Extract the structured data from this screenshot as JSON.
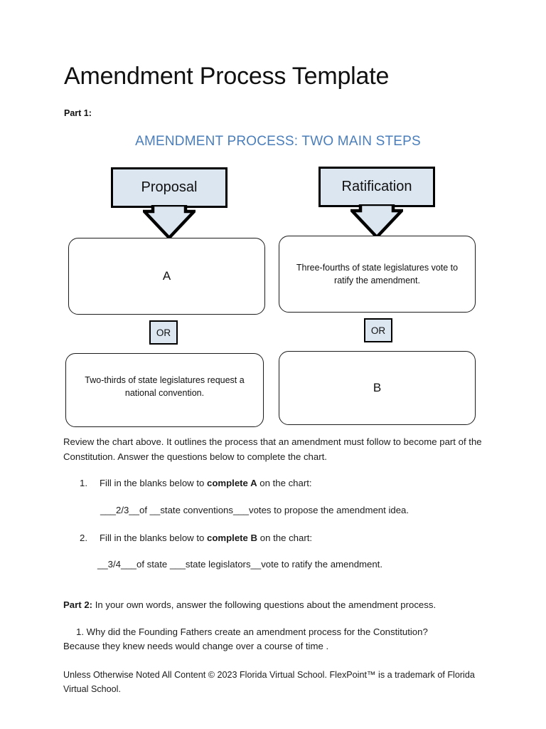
{
  "document": {
    "title": "Amendment Process Template",
    "part1_label": "Part 1:",
    "chart_heading": "AMENDMENT PROCESS: TWO MAIN STEPS"
  },
  "diagram": {
    "columns": [
      {
        "header": "Proposal",
        "arrow": "down-arrow",
        "top_box": "A",
        "connector": "OR",
        "bottom_box": "Two-thirds of state legislatures request a national convention."
      },
      {
        "header": "Ratification",
        "arrow": "down-arrow",
        "top_box": "Three-fourths of state legislatures vote to ratify the amendment.",
        "connector": "OR",
        "bottom_box": "B"
      }
    ],
    "colors": {
      "header_fill": "#dce6f1",
      "header_border": "#000000",
      "box_border": "#1b1b1b",
      "heading_text": "#4a7ebb"
    }
  },
  "body": {
    "intro": "Review the chart above. It outlines the process that an amendment must follow to become part of the Constitution.  Answer the questions below to complete the chart.",
    "questions": [
      {
        "number": "1.",
        "prompt_before": "Fill in the blanks below to ",
        "prompt_bold": "complete A",
        "prompt_after": " on the chart:",
        "answer": "___2/3__of __state conventions___votes to propose the amendment idea."
      },
      {
        "number": "2.",
        "prompt_before": "Fill in the blanks below to ",
        "prompt_bold": "complete B",
        "prompt_after": " on the chart:",
        "answer": "__3/4___of state ___state legislators__vote to ratify the amendment."
      }
    ]
  },
  "part2": {
    "label": "Part 2:",
    "instruction": "  In your own words, answer the following questions about the amendment process.",
    "question_number": "1.",
    "question": "   Why did the Founding Fathers create an amendment process for the Constitution?",
    "answer": " Because they knew needs would change over a course of time ."
  },
  "footer": {
    "text": "Unless Otherwise Noted All Content © 2023 Florida Virtual School. FlexPoint™ is a trademark of Florida Virtual School."
  }
}
